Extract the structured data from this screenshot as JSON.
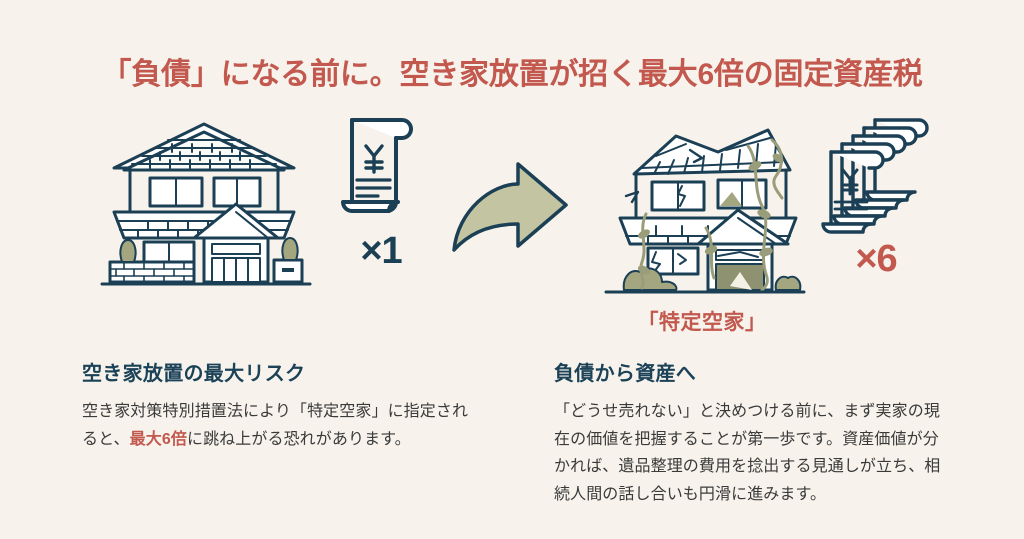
{
  "theme": {
    "background": "#f7f3ec",
    "accent_red": "#c2584e",
    "ink_navy": "#1b3f55",
    "heading_navy": "#1b4257",
    "body_gray": "#3a3a3a",
    "sage_green": "#a3a67f"
  },
  "title": "「負債」になる前に。空き家放置が招く最大6倍の固定資産税",
  "illustration": {
    "house_good_alt": "手入れされた二階建て日本家屋",
    "document_single_alt": "固定資産税の納税通知書（1通）",
    "arrow_alt": "右向きの曲線矢印",
    "house_bad_alt": "荒廃した空き家（屋根崩れ・蔦・雑草）",
    "documents_stack_alt": "固定資産税の納税通知書（6通の束）",
    "multiplier_before": "×1",
    "multiplier_after": "×6",
    "badge_label": "「特定空家」"
  },
  "columns": [
    {
      "heading": "空き家放置の最大リスク",
      "body_before": "空き家対策特別措置法により「特定空家」に指定されると、",
      "body_highlight": "最大6倍",
      "body_after": "に跳ね上がる恐れがあります。"
    },
    {
      "heading": "負債から資産へ",
      "body": "「どうせ売れない」と決めつける前に、まず実家の現在の価値を把握することが第一歩です。資産価値が分かれば、遺品整理の費用を捻出する見通しが立ち、相続人間の話し合いも円滑に進みます。"
    }
  ]
}
